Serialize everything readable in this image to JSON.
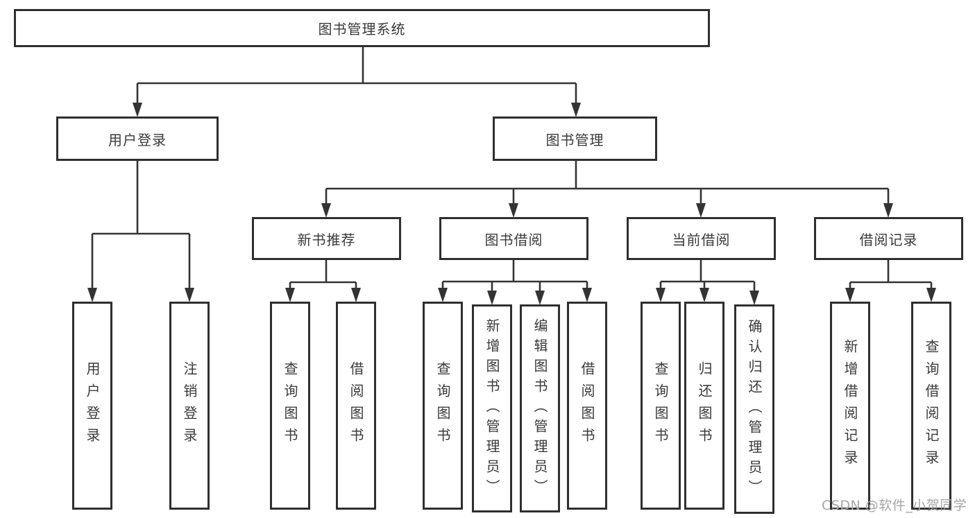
{
  "tree": {
    "label": "图书管理系统",
    "children": [
      {
        "label": "用户登录",
        "children": [
          {
            "label": "用户登录"
          },
          {
            "label": "注销登录"
          }
        ]
      },
      {
        "label": "图书管理",
        "children": [
          {
            "label": "新书推荐",
            "children": [
              {
                "label": "查询图书"
              },
              {
                "label": "借阅图书"
              }
            ]
          },
          {
            "label": "图书借阅",
            "children": [
              {
                "label": "查询图书"
              },
              {
                "label": "新增图书（管理员）"
              },
              {
                "label": "编辑图书（管理员）"
              },
              {
                "label": "借阅图书"
              }
            ]
          },
          {
            "label": "当前借阅",
            "children": [
              {
                "label": "查询图书"
              },
              {
                "label": "归还图书"
              },
              {
                "label": "确认归还（管理员）"
              }
            ]
          },
          {
            "label": "借阅记录",
            "children": [
              {
                "label": "新增借阅记录"
              },
              {
                "label": "查询借阅记录"
              }
            ]
          }
        ]
      }
    ]
  },
  "watermark": {
    "text": "CSDN @软件_小贺同学"
  },
  "colors": {
    "line": "#333333",
    "box_border": "#2f2f2f",
    "text": "#3a3a3a",
    "watermark": "#a6a6a6",
    "background": "#ffffff"
  }
}
